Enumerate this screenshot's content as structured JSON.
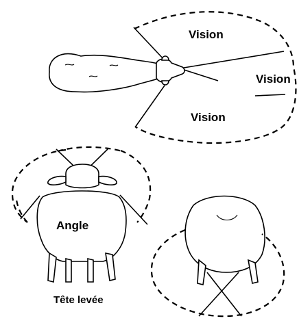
{
  "labels": {
    "vision_top": "Vision",
    "vision_right": "Vision",
    "vision_bottom": "Vision",
    "angle": "Angle",
    "head_raised": "Tête levée"
  }
}
